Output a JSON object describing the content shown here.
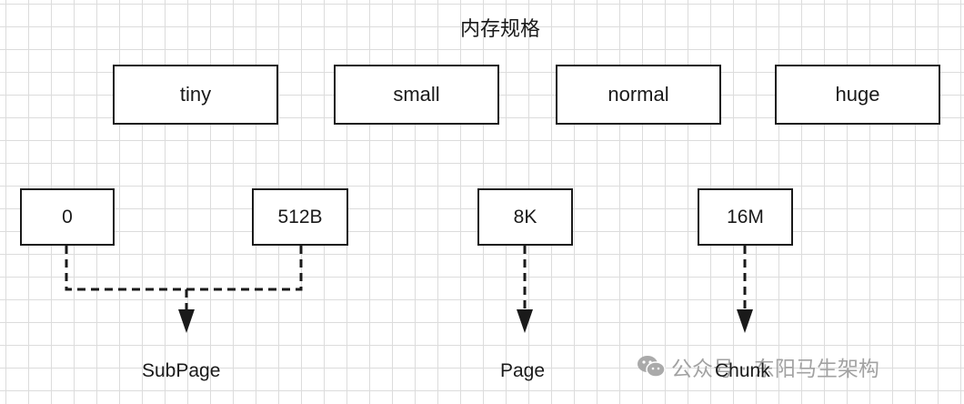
{
  "title": "内存规格",
  "categories": {
    "tiny": "tiny",
    "small": "small",
    "normal": "normal",
    "huge": "huge"
  },
  "sizes": {
    "zero": "0",
    "b512": "512B",
    "k8": "8K",
    "m16": "16M"
  },
  "targets": {
    "subpage": "SubPage",
    "page": "Page",
    "chunk": "Chunk"
  },
  "watermark": {
    "text": "公众号 · 东阳马生架构",
    "icon": "wechat-icon"
  }
}
